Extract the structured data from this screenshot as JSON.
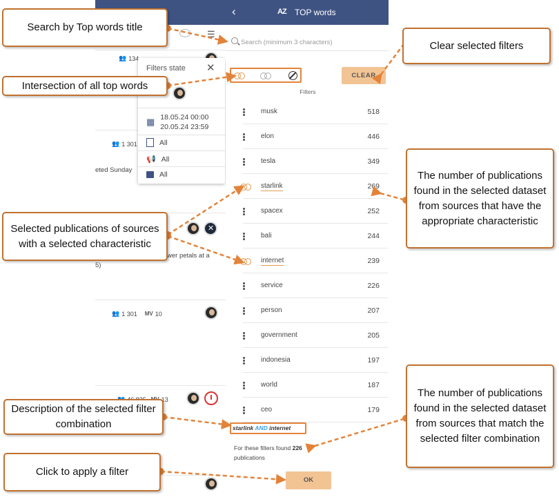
{
  "background_panel": {
    "row1_followers": "134",
    "row2_followers": "1 301",
    "row2_text": "eted Sunday",
    "row3_text_a": "wer petals at a",
    "row3_text_b": "5)",
    "row4_followers": "1 301",
    "row4_mv_label": "MV",
    "row4_mv_value": "10",
    "row5_followers": "46 825",
    "row5_mv_label": "MV",
    "row5_mv_value": "13"
  },
  "filters_state": {
    "title": "Filters state",
    "date_from": "18.05.24 00:00",
    "date_to": "20.05.24 23:59",
    "source_types": "All",
    "channels": "All",
    "media": "All"
  },
  "top_words": {
    "title": "TOP words",
    "search_placeholder": "Search (minimum 3 characters)",
    "clear_label": "CLEAR",
    "filters_label": "Filters",
    "words": [
      {
        "word": "musk",
        "count": "518",
        "selected": false
      },
      {
        "word": "elon",
        "count": "446",
        "selected": false
      },
      {
        "word": "tesla",
        "count": "349",
        "selected": false
      },
      {
        "word": "starlink",
        "count": "269",
        "selected": true
      },
      {
        "word": "spacex",
        "count": "252",
        "selected": false
      },
      {
        "word": "bali",
        "count": "244",
        "selected": false
      },
      {
        "word": "internet",
        "count": "239",
        "selected": true
      },
      {
        "word": "service",
        "count": "226",
        "selected": false
      },
      {
        "word": "person",
        "count": "207",
        "selected": false
      },
      {
        "word": "government",
        "count": "205",
        "selected": false
      },
      {
        "word": "indonesia",
        "count": "197",
        "selected": false
      },
      {
        "word": "world",
        "count": "187",
        "selected": false
      },
      {
        "word": "ceo",
        "count": "179",
        "selected": false
      }
    ],
    "combination": {
      "left": "starlink",
      "op": "AND",
      "right": "internet"
    },
    "found_prefix": "For these filters found",
    "found_count": "226",
    "found_suffix": "publications",
    "ok_label": "OK"
  },
  "callouts": {
    "search": "Search by Top words title",
    "intersection": "Intersection of all top words",
    "clear": "Clear selected filters",
    "count_characteristic": "The number of publications found in the selected dataset from sources that have the appropriate characteristic",
    "selected_pubs": "Selected publications of sources with a selected characteristic",
    "description": "Description of the selected filter combination",
    "count_combination": "The number of publications found in the selected dataset from sources that match the selected filter combination",
    "apply": "Click to apply a filter"
  },
  "colors": {
    "header": "#3f5383",
    "accent_button": "#f2c494",
    "callout_border": "#c1712f",
    "arrow": "#e3833a",
    "and_keyword": "#3aa0e6"
  }
}
